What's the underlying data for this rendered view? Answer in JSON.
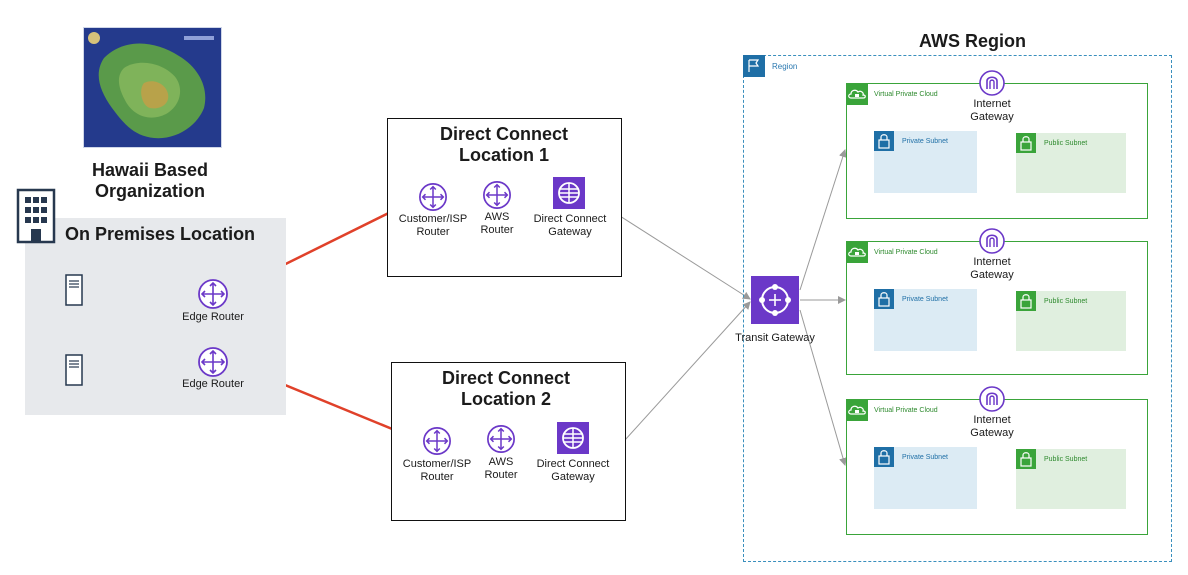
{
  "org": {
    "title": "Hawaii Based Organization"
  },
  "onprem": {
    "title": "On Premises Location",
    "routers": [
      {
        "label": "Edge Router"
      },
      {
        "label": "Edge Router"
      }
    ]
  },
  "dc_locations": [
    {
      "title": "Direct Connect Location 1",
      "customer_router": "Customer/ISP Router",
      "aws_router": "AWS Router",
      "gateway": "Direct Connect Gateway"
    },
    {
      "title": "Direct Connect Location 2",
      "customer_router": "Customer/ISP Router",
      "aws_router": "AWS Router",
      "gateway": "Direct Connect Gateway"
    }
  ],
  "region": {
    "title": "AWS Region",
    "label": "Region",
    "transit_gateway": "Transit Gateway",
    "vpcs": [
      {
        "label": "Virtual Private Cloud",
        "igw": "Internet Gateway",
        "private_subnet": "Private Subnet",
        "public_subnet": "Public Subnet"
      },
      {
        "label": "Virtual Private Cloud",
        "igw": "Internet Gateway",
        "private_subnet": "Private Subnet",
        "public_subnet": "Public Subnet"
      },
      {
        "label": "Virtual Private Cloud",
        "igw": "Internet Gateway",
        "private_subnet": "Private Subnet",
        "public_subnet": "Public Subnet"
      }
    ]
  },
  "colors": {
    "router_purple": "#6b38c8",
    "connection_red": "#e0412a",
    "vpc_green": "#3aa43a",
    "region_blue": "#3a8fbd",
    "line_gray": "#9a9a9a"
  }
}
